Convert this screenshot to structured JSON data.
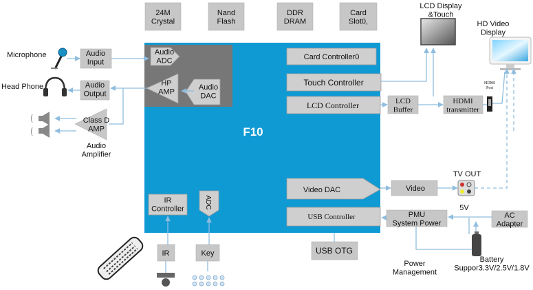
{
  "top_modules": [
    "24M\nCrystal",
    "Nand\nFlash",
    "DDR\nDRAM",
    "Card\nSlot0,"
  ],
  "chip": {
    "name": "F10",
    "audio_adc": "Audio\nADC",
    "hp_amp": "HP\nAMP",
    "audio_dac": "Audio\nDAC",
    "card_controller": "Card Controller0",
    "touch_controller": "Touch Controller",
    "lcd_controller": "LCD Controller",
    "video_dac": "Video DAC",
    "usb_controller": "USB Controller",
    "ir_controller": "IR\nController",
    "adc": "ADC"
  },
  "left": {
    "microphone": "Microphone",
    "audio_input": "Audio\nInput",
    "head_phone": "Head Phone",
    "audio_output": "Audio\nOutput",
    "class_d_amp": "Class D\nAMP",
    "audio_amplifier": "Audio\nAmplifier"
  },
  "bottom": {
    "ir": "IR",
    "key": "Key",
    "usb_otg": "USB OTG"
  },
  "right": {
    "lcd_display": "LCD Display\n&Touch",
    "hd_video_display": "HD Video\nDisplay",
    "lcd_buffer": "LCD\nBuffer",
    "hdmi_transmitter": "HDMI\ntransmitter",
    "hdmi_port": "HDMI\nPort",
    "tv_out": "TV OUT",
    "video": "Video",
    "pmu": "PMU\nSystem Power",
    "v5": "5V",
    "ac_adapter": "AC\nAdapter",
    "battery": "Battery\nSuppor3.3V/2.5V/1.8V",
    "power_management": "Power\nManagement"
  },
  "colors": {
    "chip": "#0f9ad4",
    "chip_dark": "#777777",
    "box": "#c7c7c7",
    "line": "#8fbddf"
  }
}
